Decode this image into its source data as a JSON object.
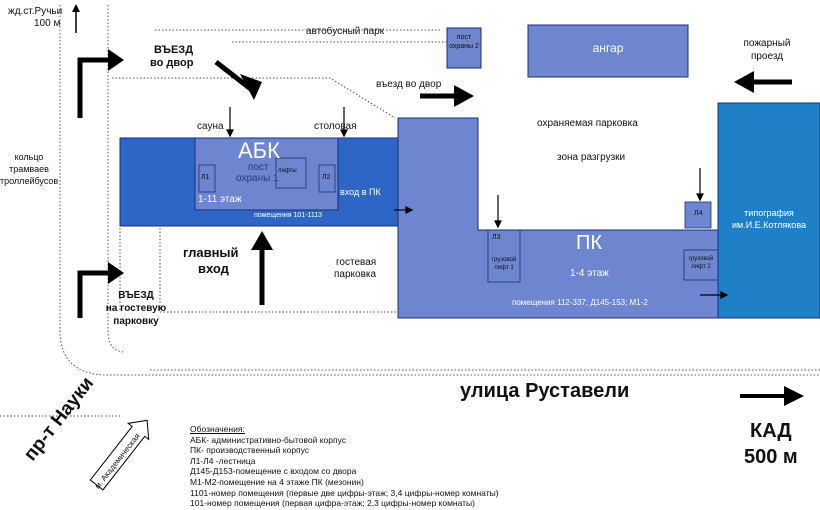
{
  "colors": {
    "building": "#6d86cf",
    "abk_block": "#2d66c6",
    "print_block": "#1f80c7",
    "border": "#1b2f7a",
    "arrow": "#000000"
  },
  "icons": [
    "north-arrow-icon",
    "turn-arrow-icon",
    "straight-arrow-icon",
    "down-arrow-icon",
    "right-arrow-icon",
    "left-arrow-icon"
  ],
  "labels": {
    "rail_station": "жд.ст.Ручьи",
    "rail_distance": "100 м",
    "bus_park": "автобусный парк",
    "guard_post_2": "пост охраны 2",
    "hangar": "ангар",
    "fire_passage_1": "пожарный",
    "fire_passage_2": "проезд",
    "entry_yard_top_1": "ВЪЕЗД",
    "entry_yard_top_2": "во двор",
    "entry_yard_mid": "въезд во двор",
    "sauna": "сауна",
    "canteen": "столовая",
    "guarded_parking": "охраняемая парковка",
    "unloading_zone": "зона разгрузки",
    "ring_1": "кольцо",
    "ring_2": "трамваев",
    "ring_3": "троллейбусов",
    "abk": "АБК",
    "abk_post_1": "пост",
    "abk_post_2": "охраны 1",
    "abk_floors": "1-11 этаж",
    "abk_rooms": "помещения 101-1113",
    "l1": "Л1",
    "l2": "Л2",
    "elevators": "лифты",
    "entry_pk": "вход в ПК",
    "l3": "Л3",
    "l4": "Л4",
    "freight_lift_1_a": "грузовой",
    "freight_lift_1_b": "лифт 1",
    "freight_lift_2_a": "грузовой",
    "freight_lift_2_b": "лифт 2",
    "pk": "ПК",
    "pk_floors": "1-4 этаж",
    "pk_rooms": "помещения 112-337; Д145-153; М1-2",
    "print_1": "типография",
    "print_2": "им.И.Е.Котлякова",
    "main_entrance_1": "главный",
    "main_entrance_2": "вход",
    "guest_parking_1": "гостевая",
    "guest_parking_2": "парковка",
    "entry_guest_1": "ВЪЕЗД",
    "entry_guest_2": "на гостевую",
    "entry_guest_3": "парковку",
    "street": "улица Руставели",
    "avenue": "пр-т Науки",
    "academic": "м. Академическая",
    "kad": "КАД",
    "kad_distance": "500 м"
  },
  "legend": {
    "title": "Обозначения:",
    "lines": [
      "АБК- административно-бытовой корпус",
      "ПК- производственный корпус",
      "Л1-Л4 -лестница",
      "Д145-Д153-помещение с входом со двора",
      "М1-М2-помещение на 4 этаже ПК (мезонин)",
      "1101-номер помещения (первые две цифры-этаж; 3,4 цифры-номер комнаты)",
      "101-номер помещения (первая цифра-этаж; 2,3 цифры-номер комнаты)"
    ]
  }
}
